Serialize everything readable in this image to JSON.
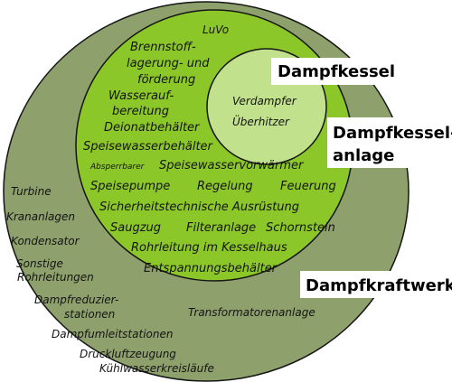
{
  "colors": {
    "outer": "#8ea06b",
    "middle": "#8cc72a",
    "inner": "#c2e18d",
    "outline": "#151515",
    "label_bg": "#ffffff"
  },
  "labels": {
    "dampfkessel": "Dampfkessel",
    "dampfkesselanlage_1": "Dampfkessel-",
    "dampfkesselanlage_2": "anlage",
    "dampfkraftwerk": "Dampfkraftwerk"
  },
  "inner": {
    "items": [
      "Verdampfer",
      "Überhitzer"
    ]
  },
  "middle": {
    "luvo": "LuVo",
    "items": [
      "Brennstoff-",
      "lagerung- und",
      "förderung",
      "Wasserauf-",
      "bereitung",
      "Deionatbehälter",
      "Speisewasserbehälter",
      "Absperrbarer",
      "Speisewasservorwärmer",
      "Speisepumpe",
      "Regelung",
      "Feuerung",
      "Sicherheitstechnische Ausrüstung",
      "Saugzug",
      "Filteranlage",
      "Schornstein",
      "Rohrleitung im Kesselhaus",
      "Entspannungsbehälter"
    ]
  },
  "outer": {
    "items": [
      "Turbine",
      "Krananlagen",
      "Kondensator",
      "Sonstige",
      "Rohrleitungen",
      "Dampfreduzier-",
      "stationen",
      "Dampfumleitstationen",
      "Transformatorenanlage",
      "Druckluftzeugung",
      "Kühlwasserkreisläufe"
    ]
  }
}
